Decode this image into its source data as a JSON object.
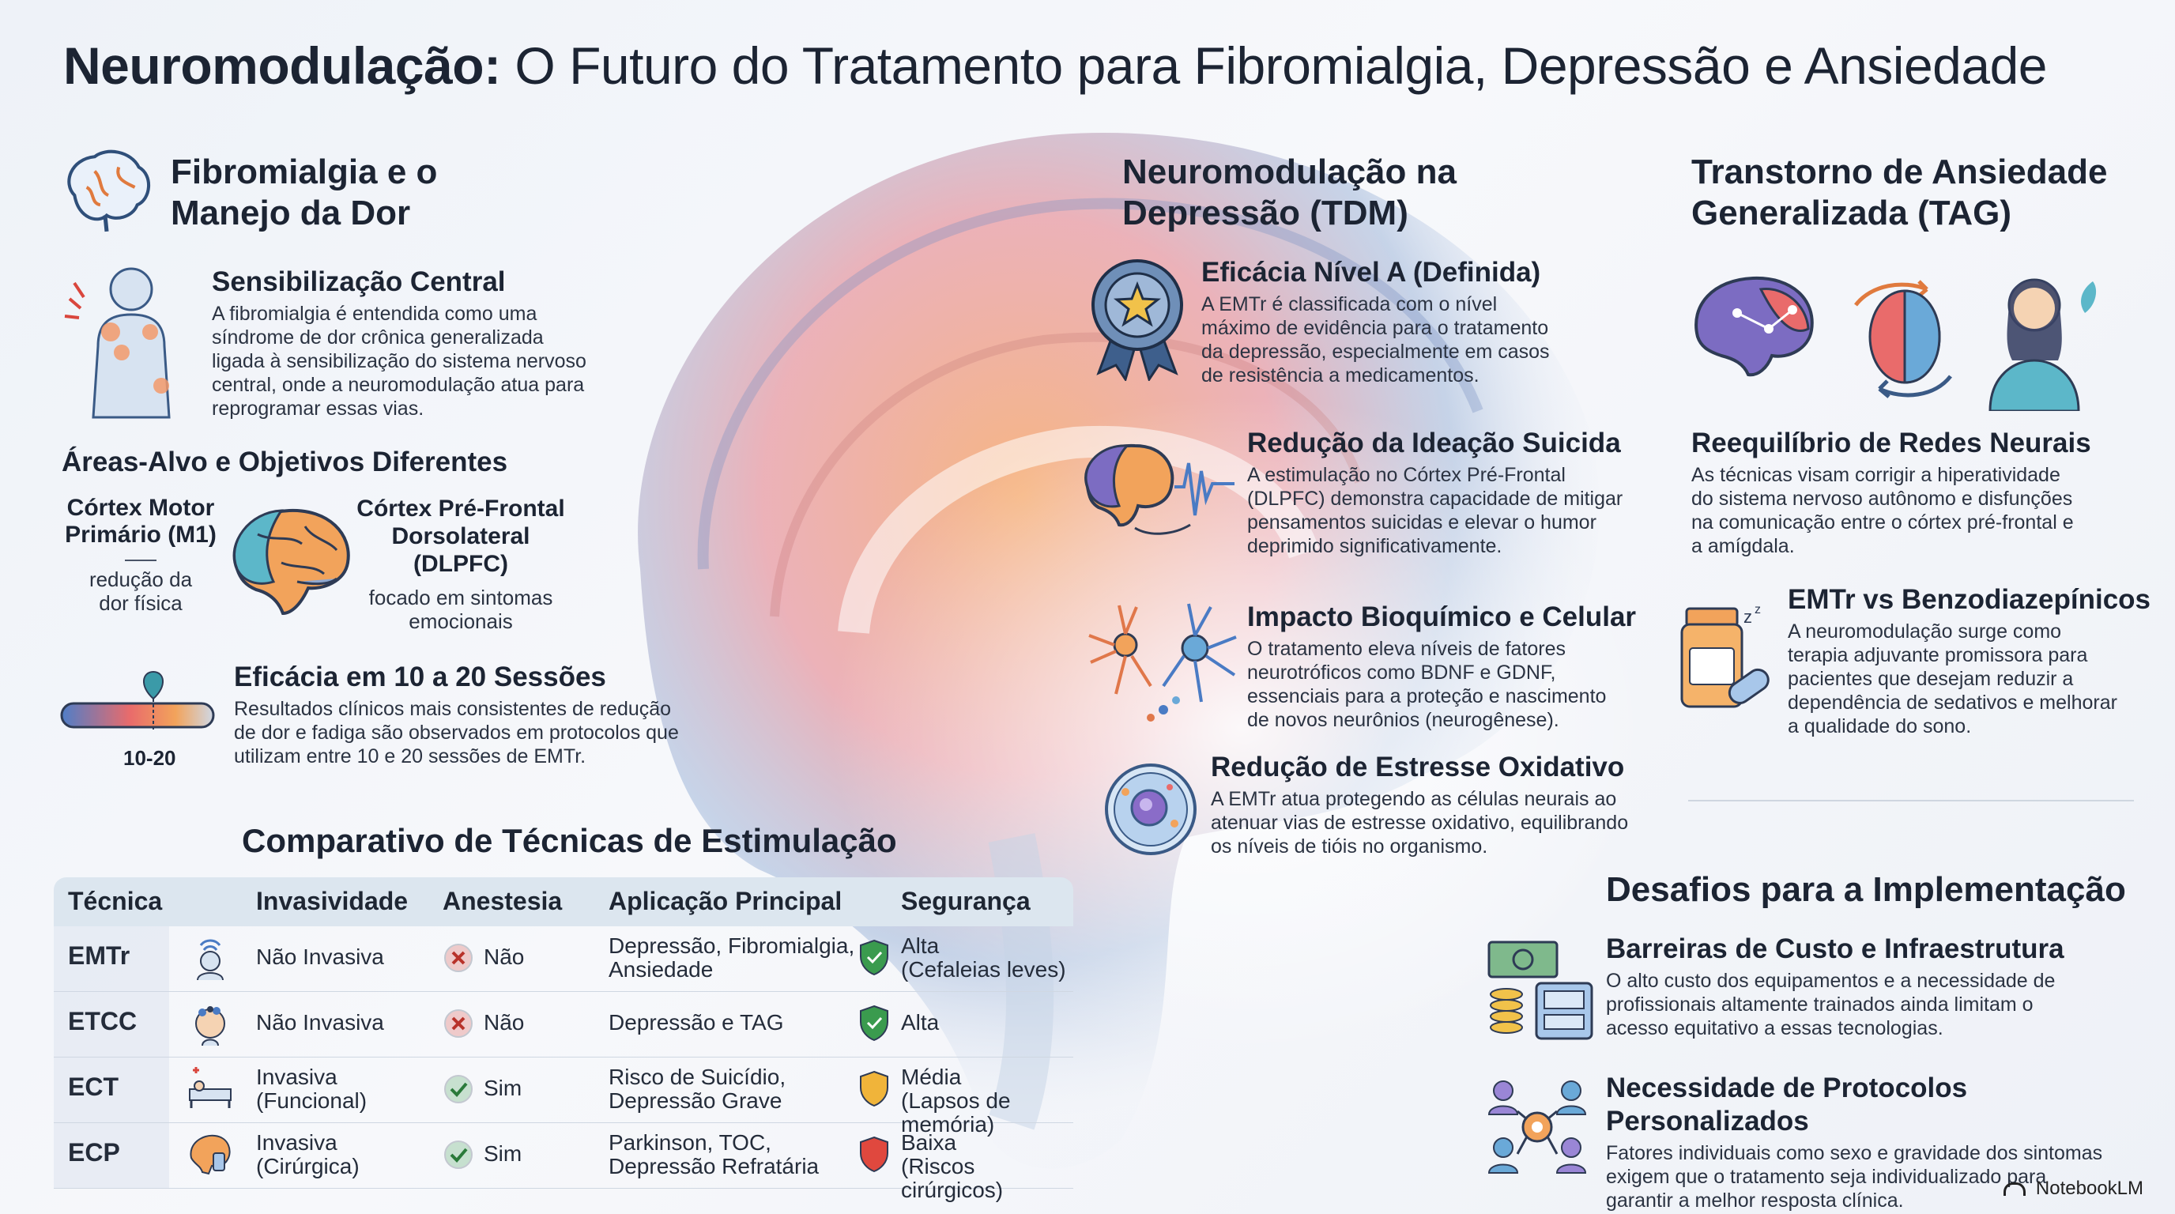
{
  "title": {
    "bold": "Neuromodulação:",
    "rest": "O Futuro do Tratamento para Fibromialgia, Depressão e Ansiedade"
  },
  "fibro": {
    "heading_line1": "Fibromialgia e o",
    "heading_line2": "Manejo da Dor",
    "sens": {
      "title": "Sensibilização Central",
      "lines": [
        "A fibromialgia é entendida como uma",
        "síndrome de dor crônica generalizada",
        "ligada à sensibilização do sistema nervoso",
        "central, onde a neuromodulação atua para",
        "reprogramar essas vias."
      ]
    },
    "areas": {
      "title": "Áreas-Alvo e Objetivos Diferentes",
      "m1_line1": "Córtex Motor",
      "m1_line2": "Primário (M1)",
      "m1_desc1": "redução da",
      "m1_desc2": "dor física",
      "dlpfc_line1": "Córtex Pré-Frontal",
      "dlpfc_line2": "Dorsolateral",
      "dlpfc_line3": "(DLPFC)",
      "dlpfc_desc1": "focado em sintomas",
      "dlpfc_desc2": "emocionais"
    },
    "efficacy": {
      "title": "Eficácia em 10 a 20 Sessões",
      "range_label": "10-20",
      "lines": [
        "Resultados clínicos mais consistentes de redução",
        "de dor e fadiga são observados em protocolos que",
        "utilizam entre 10 e 20 sessões de EMTr."
      ]
    }
  },
  "table": {
    "title": "Comparativo de Técnicas de Estimulação",
    "headers": [
      "Técnica",
      "Invasividade",
      "Anestesia",
      "Aplicação Principal",
      "Segurança"
    ],
    "rows": [
      {
        "tech": "EMTr",
        "inv1": "Não Invasiva",
        "inv2": "",
        "anest": "Não",
        "app1": "Depressão, Fibromialgia,",
        "app2": "Ansiedade",
        "seg1": "Alta",
        "seg2": "(Cefaleias leves)",
        "anest_yes": false,
        "seg_color": "#3a9b4e"
      },
      {
        "tech": "ETCC",
        "inv1": "Não Invasiva",
        "inv2": "",
        "anest": "Não",
        "app1": "Depressão e TAG",
        "app2": "",
        "seg1": "Alta",
        "seg2": "",
        "anest_yes": false,
        "seg_color": "#3a9b4e"
      },
      {
        "tech": "ECT",
        "inv1": "Invasiva",
        "inv2": "(Funcional)",
        "anest": "Sim",
        "app1": "Risco de Suicídio,",
        "app2": "Depressão Grave",
        "seg1": "Média",
        "seg2": "(Lapsos de memória)",
        "anest_yes": true,
        "seg_color": "#f0b43a"
      },
      {
        "tech": "ECP",
        "inv1": "Invasiva",
        "inv2": "(Cirúrgica)",
        "anest": "Sim",
        "app1": "Parkinson, TOC,",
        "app2": "Depressão Refratária",
        "seg1": "Baixa",
        "seg2": "(Riscos cirúrgicos)",
        "anest_yes": true,
        "seg_color": "#e0483e"
      }
    ]
  },
  "depression": {
    "heading_line1": "Neuromodulação na",
    "heading_line2": "Depressão (TDM)",
    "levelA": {
      "title": "Eficácia Nível A (Definida)",
      "lines": [
        "A EMTr é classificada com o nível",
        "máximo de evidência para o tratamento",
        "da depressão, especialmente em casos",
        "de resistência a medicamentos."
      ]
    },
    "suicide": {
      "title": "Redução da Ideação Suicida",
      "lines": [
        "A estimulação no Córtex Pré-Frontal",
        "(DLPFC) demonstra capacidade de mitigar",
        "pensamentos suicidas e elevar o humor",
        "deprimido significativamente."
      ]
    },
    "biochem": {
      "title": "Impacto Bioquímico e Celular",
      "lines": [
        "O tratamento eleva níveis de fatores",
        "neurotróficos como BDNF e GDNF,",
        "essenciais para a proteção e nascimento",
        "de novos neurônios (neurogênese)."
      ]
    },
    "oxid": {
      "title": "Redução de Estresse Oxidativo",
      "lines": [
        "A EMTr atua protegendo as células neurais ao",
        "atenuar vias de estresse oxidativo, equilibrando",
        "os níveis de tióis no organismo."
      ]
    }
  },
  "anxiety": {
    "heading_line1": "Transtorno de Ansiedade",
    "heading_line2": "Generalizada (TAG)",
    "rebalance": {
      "title": "Reequilíbrio de Redes Neurais",
      "lines": [
        "As técnicas visam corrigir a hiperatividade",
        "do sistema nervoso autônomo e disfunções",
        "na comunicação entre o córtex pré-frontal e",
        "a amígdala."
      ]
    },
    "benzo": {
      "title": "EMTr vs Benzodiazepínicos",
      "lines": [
        "A neuromodulação surge como",
        "terapia adjuvante promissora para",
        "pacientes que desejam reduzir a",
        "dependência de sedativos e melhorar",
        "a qualidade do sono."
      ]
    }
  },
  "challenges": {
    "heading": "Desafios para a Implementação",
    "cost": {
      "title": "Barreiras de Custo e Infraestrutura",
      "lines": [
        "O alto custo dos equipamentos e a necessidade de",
        "profissionais altamente trainados ainda limitam o",
        "acesso equitativo a essas tecnologias."
      ]
    },
    "protocols": {
      "title": "Necessidade de Protocolos Personalizados",
      "lines": [
        "Fatores individuais como sexo e gravidade dos sintomas",
        "exigem que o tratamento seja individualizado para",
        "garantir a melhor resposta clínica."
      ]
    }
  },
  "footer": {
    "brand": "NotebookLM"
  },
  "colors": {
    "check": "#3a9b4e",
    "cross": "#d9463d",
    "accent_orange": "#f2a35b",
    "accent_blue": "#6aa9d8"
  },
  "icons": [
    "brain-icon",
    "body-pain-icon",
    "brain-side-icon",
    "session-slider-icon",
    "award-medal-icon",
    "brain-wave-icon",
    "neurons-icon",
    "cell-icon",
    "brain-cycle-icon",
    "pill-bottle-icon",
    "money-server-icon",
    "people-network-icon"
  ]
}
